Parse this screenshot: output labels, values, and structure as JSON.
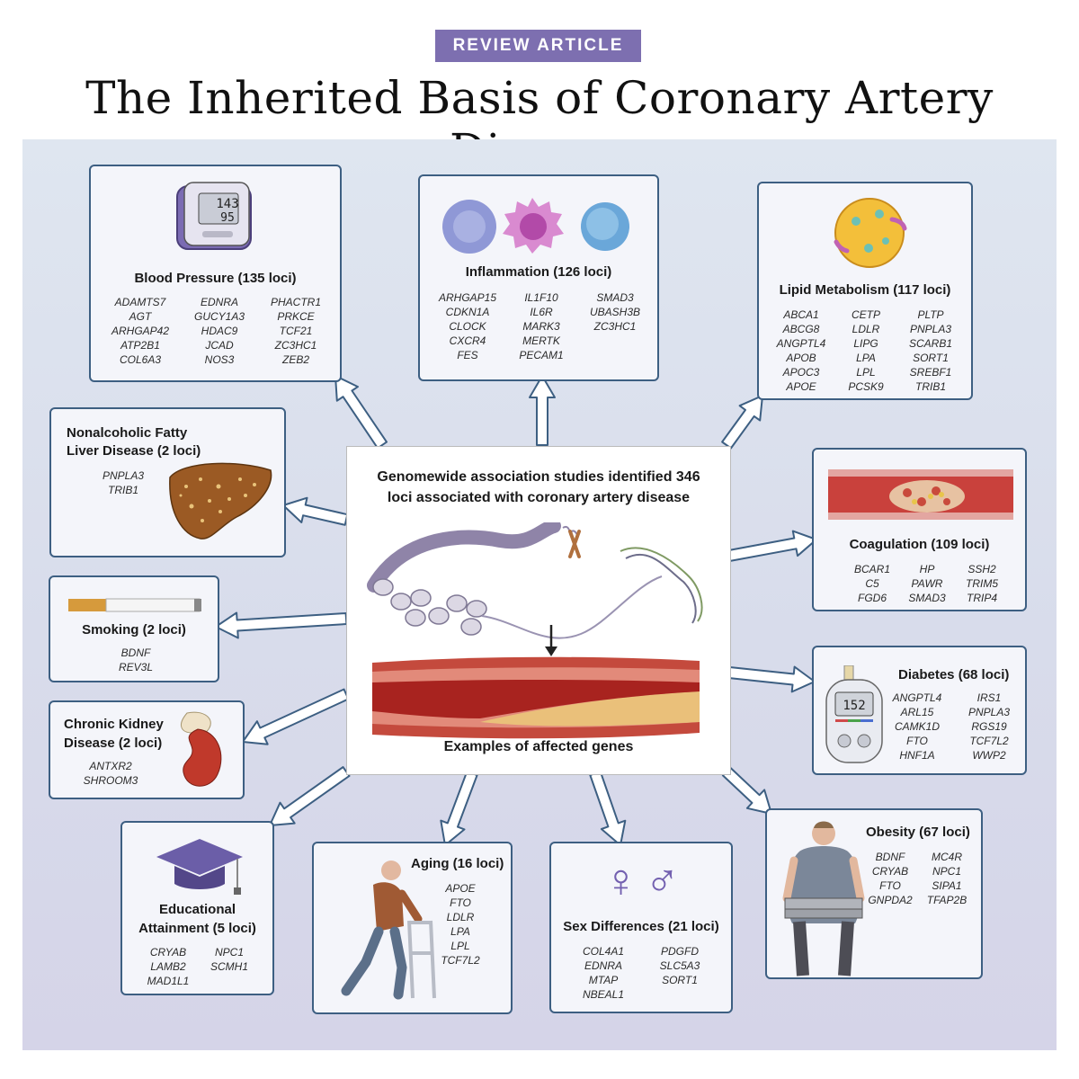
{
  "header": {
    "badge": "REVIEW ARTICLE",
    "title": "The Inherited Basis of Coronary Artery Disease"
  },
  "center": {
    "heading_line1": "Genomewide association studies identified 346",
    "heading_line2": "loci associated with coronary artery disease",
    "footer": "Examples of affected genes"
  },
  "boxes": {
    "blood_pressure": {
      "title": "Blood Pressure (135 loci)",
      "col1": "ADAMTS7\nAGT\nARHGAP42\nATP2B1\nCOL6A3",
      "col2": "EDNRA\nGUCY1A3\nHDAC9\nJCAD\nNOS3",
      "col3": "PHACTR1\nPRKCE\nTCF21\nZC3HC1\nZEB2",
      "monitor_sys": "143",
      "monitor_dia": "95"
    },
    "inflammation": {
      "title": "Inflammation (126 loci)",
      "col1": "ARHGAP15\nCDKN1A\nCLOCK\nCXCR4\nFES",
      "col2": "IL1F10\nIL6R\nMARK3\nMERTK\nPECAM1",
      "col3": "SMAD3\nUBASH3B\nZC3HC1"
    },
    "lipid": {
      "title": "Lipid Metabolism (117 loci)",
      "col1": "ABCA1\nABCG8\nANGPTL4\nAPOB\nAPOC3\nAPOE",
      "col2": "CETP\nLDLR\nLIPG\nLPA\nLPL\nPCSK9",
      "col3": "PLTP\nPNPLA3\nSCARB1\nSORT1\nSREBF1\nTRIB1"
    },
    "nafld": {
      "title_line1": "Nonalcoholic Fatty",
      "title_line2": "Liver Disease (2 loci)",
      "col1": "PNPLA3\nTRIB1"
    },
    "coagulation": {
      "title": "Coagulation (109 loci)",
      "col1": "BCAR1\nC5\nFGD6",
      "col2": "HP\nPAWR\nSMAD3",
      "col3": "SSH2\nTRIM5\nTRIP4"
    },
    "smoking": {
      "title": "Smoking (2 loci)",
      "col1": "BDNF\nREV3L"
    },
    "diabetes": {
      "title": "Diabetes (68 loci)",
      "col1": "ANGPTL4\nARL15\nCAMK1D\nFTO\nHNF1A",
      "col2": "IRS1\nPNPLA3\nRGS19\nTCF7L2\nWWP2",
      "meter_value": "152"
    },
    "ckd": {
      "title_line1": "Chronic Kidney",
      "title_line2": "Disease (2 loci)",
      "col1": "ANTXR2\nSHROOM3"
    },
    "education": {
      "title_line1": "Educational",
      "title_line2": "Attainment (5 loci)",
      "col1": "CRYAB\nLAMB2\nMAD1L1",
      "col2": "NPC1\nSCMH1"
    },
    "aging": {
      "title": "Aging (16 loci)",
      "col1": "APOE\nFTO\nLDLR\nLPA\nLPL\nTCF7L2"
    },
    "sex": {
      "title": "Sex Differences (21 loci)",
      "col1": "COL4A1\nEDNRA\nMTAP\nNBEAL1",
      "col2": "PDGFD\nSLC5A3\nSORT1",
      "female_symbol": "♀",
      "male_symbol": "♂"
    },
    "obesity": {
      "title": "Obesity (67 loci)",
      "col1": "BDNF\nCRYAB\nFTO\nGNPDA2",
      "col2": "MC4R\nNPC1\nSIPA1\nTFAP2B"
    }
  },
  "colors": {
    "badge": "#7d6fb0",
    "box_border": "#3d5f82",
    "arrow_fill": "#ffffff"
  }
}
